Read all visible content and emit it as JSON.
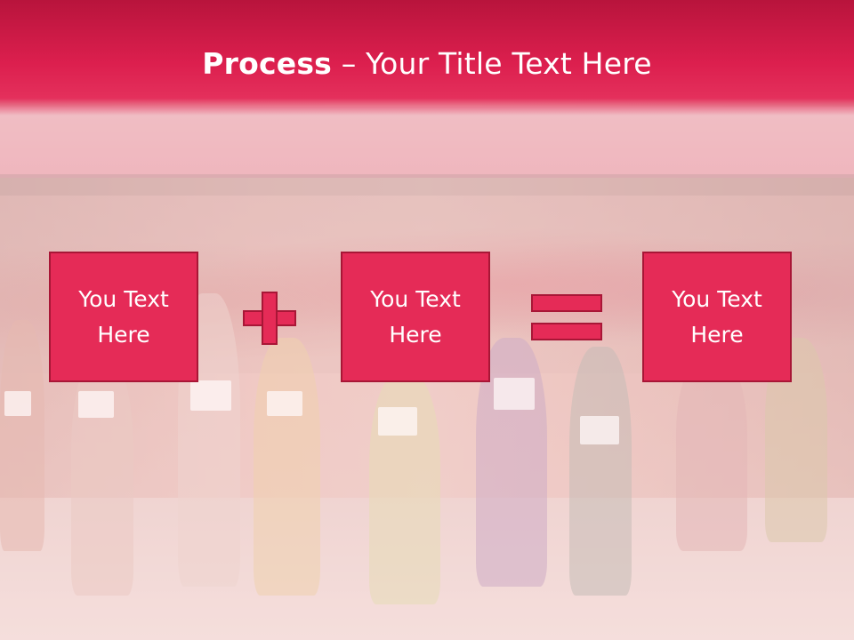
{
  "slide": {
    "title_bold": "Process",
    "title_rest": " – Your Title Text Here"
  },
  "steps": [
    {
      "label": "You Text Here"
    },
    {
      "label": "You Text Here"
    },
    {
      "label": "You Text Here"
    }
  ],
  "operators": [
    "plus-icon",
    "equals-icon"
  ],
  "colors": {
    "accent": "#e52b57",
    "accent_border": "#a81636",
    "title_bar": "#dc1f4e",
    "text": "#ffffff"
  }
}
